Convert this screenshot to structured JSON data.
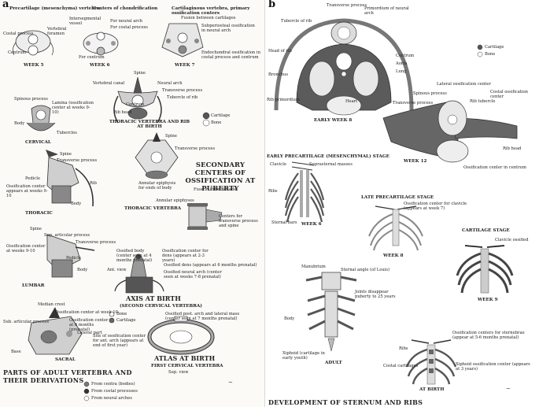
{
  "panel_a": {
    "label": "a",
    "texts": {
      "precartilage": "Precartilage (mesenchyma) vertebra",
      "chondrification": "Centers of chondrification",
      "cartilaginous": "Cartilaginous vertebra, primary ossification centers",
      "fusion": "Fusion between cartilages",
      "intersegmental": "Intersegmental vessel",
      "neural_arch_6": "For neural arch",
      "costal_process_6": "For costal process",
      "subperiosteal": "Subperiosteal ossification in neural arch",
      "vertebral_foramen": "Vertebral foramen",
      "costal_process_5": "Costal process",
      "centrum_5": "Centrum",
      "for_centrum": "For centrum",
      "endochondral": "Endochondral ossification in costal process and centrum",
      "week5": "WEEK 5",
      "week6": "WEEK 6",
      "week7": "WEEK 7",
      "spine": "Spine",
      "vertebral_canal": "Vertebral canal",
      "neural_arch": "Neural arch",
      "transverse_process": "Transverse process",
      "tubercle_rib": "Tubercle of rib",
      "centrum": "Centrum",
      "rib_head": "Rib head",
      "thoracic_title": "THORACIC VERTEBRA AND RIB AT BIRTH",
      "legend_cartilage": "Cartilage",
      "legend_bone": "Bone",
      "spinous_process": "Spinous process",
      "lamina": "Lamina (ossification center at weeks 9-10)",
      "body": "Body",
      "tubercles": "Tubercles",
      "cervical": "CERVICAL",
      "spine_t": "Spine",
      "transverse_t": "Transverse process",
      "pedicle": "Pedicle",
      "rib": "Rib",
      "ossification_9_10": "Ossification center appears at weeks 9-10",
      "body_t": "Body",
      "thoracic": "THORACIC",
      "spine_top": "Spine",
      "transverse_top": "Transverse process",
      "annular_epiphysis": "Annular epiphysis for ends of body",
      "thoracic_vertebra": "THORACIC VERTEBRA",
      "annular_epiphyses": "Annular epiphyses",
      "centers_transverse": "Centers for transverse process and spine",
      "secondary_title": "SECONDARY CENTERS OF OSSIFICATION AT PUBERTY",
      "fuse_third_decade": "Fuse in third decade",
      "spine_l": "Spine",
      "sup_articular": "Sup. articular process",
      "transverse_l": "Transverse process",
      "ossification_l": "Ossification center at weeks 9-10",
      "pedicle_l": "Pedicle",
      "body_l": "Body",
      "lumbar": "LUMBAR",
      "ossified_body": "Ossified body (center seen at 4 months prenatal)",
      "ossification_dens": "Ossification center for dens (appears at 2-3 years)",
      "ossified_dens": "Ossified dens (appears at 6 months prenatal)",
      "ant_view": "Ant. view",
      "ossified_neural": "Ossified neural arch (center seen at weeks 7-8 prenatal)",
      "axis_title": "AXIS AT BIRTH",
      "axis_sub": "(SECOND CERVICAL VERTEBRA)",
      "legend2_bone": "Bone",
      "legend2_cartilage": "Cartilage",
      "median_crest": "Median crest",
      "ossification_week10": "Ossification center at week 10",
      "sub_articular": "Sub. articular process",
      "ossification_6mo": "Ossification center at 6 months (prenatal)",
      "lateral_part": "Lateral part",
      "base": "Base",
      "sacral": "SACRAL",
      "ossified_post_arch": "Ossified post. arch and lateral mass (center seen at 7 months prenatal)",
      "site_ant_arch": "Site of ossification center for ant. arch (appears at end of first year)",
      "atlas_title": "ATLAS AT BIRTH",
      "atlas_sub": "FIRST CERVICAL VERTEBRA",
      "sup_view": "Sup. view",
      "parts_title_1": "PARTS OF ADULT VERTEBRA AND",
      "parts_title_2": "THEIR DERIVATIONS",
      "from_centra": "From centra (bodies)",
      "from_costal": "From costal processes",
      "from_neural": "From neural arches"
    }
  },
  "panel_b": {
    "label": "b",
    "texts": {
      "transverse_process": "Transverse process",
      "primordium_neural_arch": "Primordium of neural arch",
      "tubercle_rib": "Tubercle of rib",
      "head_rib": "Head of rib",
      "centrum": "Centrum",
      "aorta": "Aorta",
      "lung": "Lung",
      "bronchus": "Bronchus",
      "rib_primordium": "Rib primordium",
      "heart": "Heart",
      "early_week8": "EARLY WEEK 8",
      "legend_cartilage": "Cartilage",
      "legend_bone": "Bone",
      "lateral_ossification": "Lateral ossification center",
      "spinous_process": "Spinous process",
      "costal_ossification": "Costal ossification center",
      "transverse_process_12": "Transverse process",
      "rib_tubercle": "Rib tubercle",
      "rib_head": "Rib head",
      "week12": "WEEK 12",
      "ossification_centrum": "Ossification center in centrum",
      "early_precartilage": "EARLY PRECARTILAGE (MESENCHYMAL) STAGE",
      "clavicle": "Clavicle",
      "suprasternal": "Suprasternal masses",
      "ribs": "Ribs",
      "sternal_bars": "Sternal bars",
      "week6": "WEEK 6",
      "late_precartilage": "LATE PRECARTILAGE STAGE",
      "ossification_clavicle": "Ossification center for clavicle (appears at week 7)",
      "week8": "WEEK 8",
      "cartilage_stage": "CARTILAGE STAGE",
      "clavicle_ossified": "Clavicle ossified",
      "week9": "WEEK 9",
      "manubrium": "Manubrium",
      "sternal_angle": "Sternal angle (of Louis)",
      "joints_disappear": "Joints disappear puberty to 25 years",
      "body": "Body",
      "xiphoid_cartilage": "Xiphoid (cartilage in early youth)",
      "adult": "ADULT",
      "ossification_sternebrae": "Ossification centers for sternebrae (appear at 5-6 months prenatal)",
      "ribs_birth": "Ribs",
      "costal_cartilages": "Costal cartilages",
      "xiphoid_ossification": "Xiphoid ossification center (appears at 3 years)",
      "at_birth": "AT BIRTH",
      "title": "DEVELOPMENT OF STERNUM AND RIBS"
    }
  }
}
